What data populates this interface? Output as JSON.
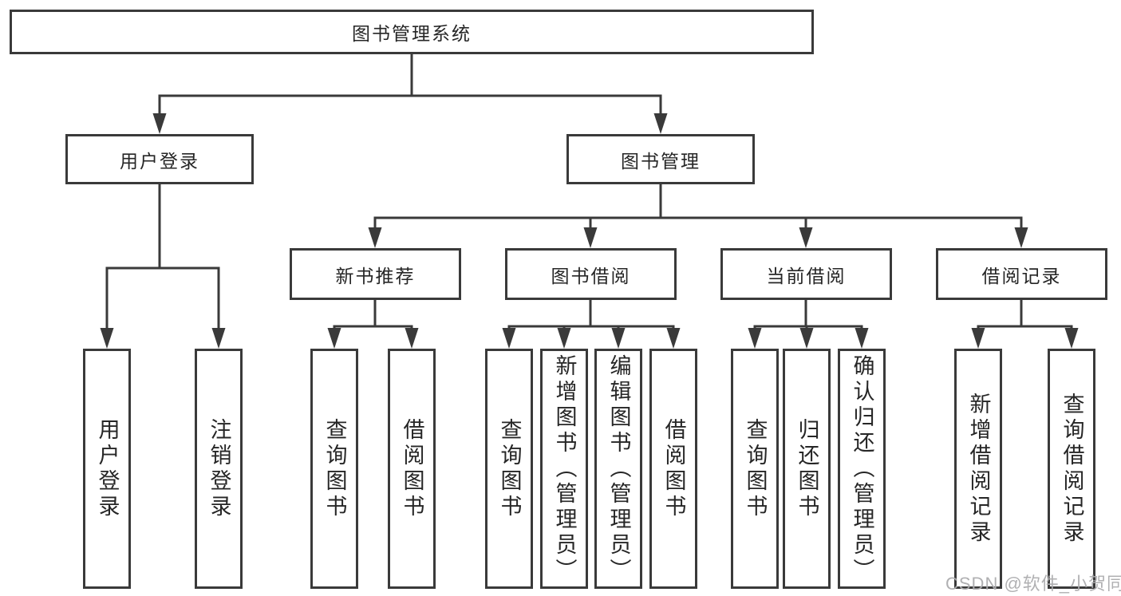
{
  "diagram": {
    "type": "tree",
    "tree": {
      "root": {
        "label": "图书管理系统",
        "children": [
          {
            "label": "用户登录",
            "children": [
              {
                "label": "用户登录"
              },
              {
                "label": "注销登录"
              }
            ]
          },
          {
            "label": "图书管理",
            "children": [
              {
                "label": "新书推荐",
                "children": [
                  {
                    "label": "查询图书"
                  },
                  {
                    "label": "借阅图书"
                  }
                ]
              },
              {
                "label": "图书借阅",
                "children": [
                  {
                    "label": "查询图书"
                  },
                  {
                    "label": "新增图书（管理员）"
                  },
                  {
                    "label": "编辑图书（管理员）"
                  },
                  {
                    "label": "借阅图书"
                  }
                ]
              },
              {
                "label": "当前借阅",
                "children": [
                  {
                    "label": "查询图书"
                  },
                  {
                    "label": "归还图书"
                  },
                  {
                    "label": "确认归还（管理员）"
                  }
                ]
              },
              {
                "label": "借阅记录",
                "children": [
                  {
                    "label": "新增借阅记录"
                  },
                  {
                    "label": "查询借阅记录"
                  }
                ]
              }
            ]
          }
        ]
      }
    },
    "colors": {
      "line": "#3a3a3a",
      "text": "#262626",
      "background": "#ffffff",
      "watermark": "#acacae"
    }
  },
  "watermark": {
    "text": "CSDN @软件_小贺同学"
  }
}
